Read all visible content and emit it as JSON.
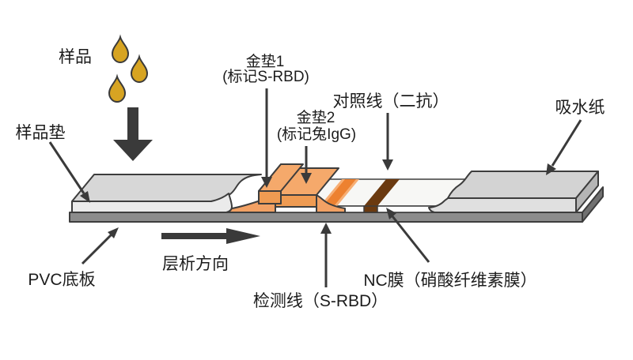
{
  "diagram": {
    "labels": {
      "sample": "样品",
      "sample_pad": "样品垫",
      "gold_pad1_line1": "金垫1",
      "gold_pad1_line2": "(标记S-RBD)",
      "gold_pad2_line1": "金垫2",
      "gold_pad2_line2": "(标记兔IgG)",
      "control_line": "对照线（二抗）",
      "absorbent_paper": "吸水纸",
      "pvc_backing": "PVC底板",
      "flow_direction": "层析方向",
      "test_line": "检测线（S-RBD）",
      "nc_membrane": "NC膜（硝酸纤维素膜）"
    },
    "icons": {
      "droplet": "droplet-icon",
      "arrow": "arrow-icon"
    },
    "colors": {
      "gold_pad_top": "#F5A96B",
      "gold_pad_front": "#EF9B52",
      "gold_pad_side": "#E88C3C",
      "test_line": "#ED8130",
      "test_line_edge": "#F7AE74",
      "control_line": "#6B3A10",
      "droplet_gold": "#D7A422",
      "pad_gray_top": "#D7D7D7",
      "pad_gray_front": "#EBEBEB",
      "absorbent_top": "#D3D3D3",
      "base_gray": "#8C8C8C",
      "nc_white": "#F7F7F5",
      "arrow_dark": "#3A3A3A",
      "outline": "#3D3D3D"
    }
  }
}
